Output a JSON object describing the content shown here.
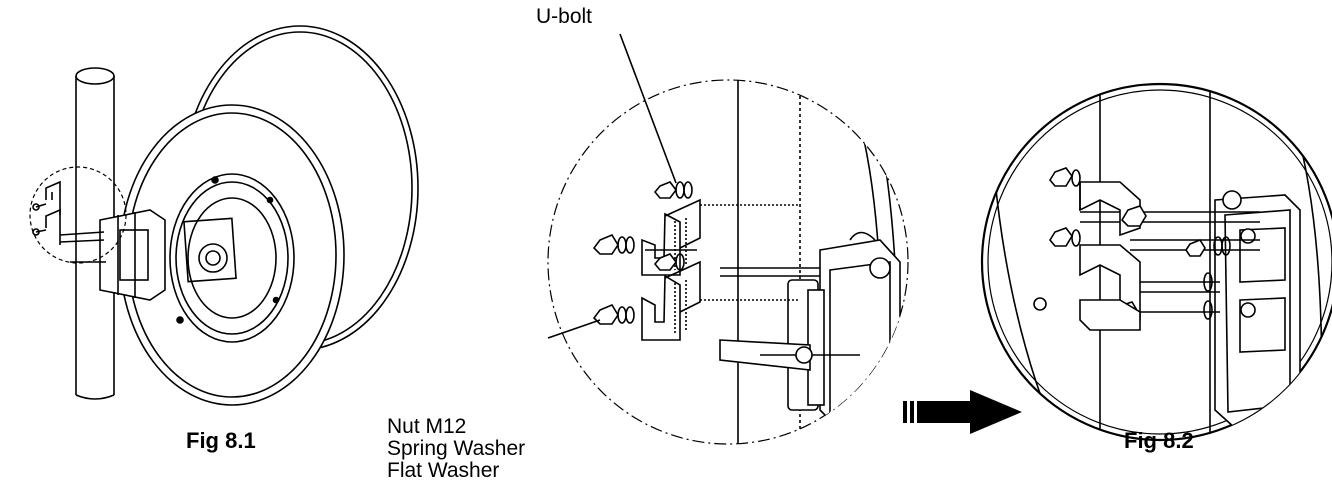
{
  "figures": [
    {
      "caption": "Fig 8.1"
    },
    {
      "caption": "Fig 8.2"
    }
  ],
  "callouts": {
    "ubolt": "U-bolt",
    "hardware": [
      "Nut M12",
      "Spring Washer",
      "Flat Washer"
    ]
  },
  "colors": {
    "ink": "#000000",
    "paper": "#ffffff"
  }
}
